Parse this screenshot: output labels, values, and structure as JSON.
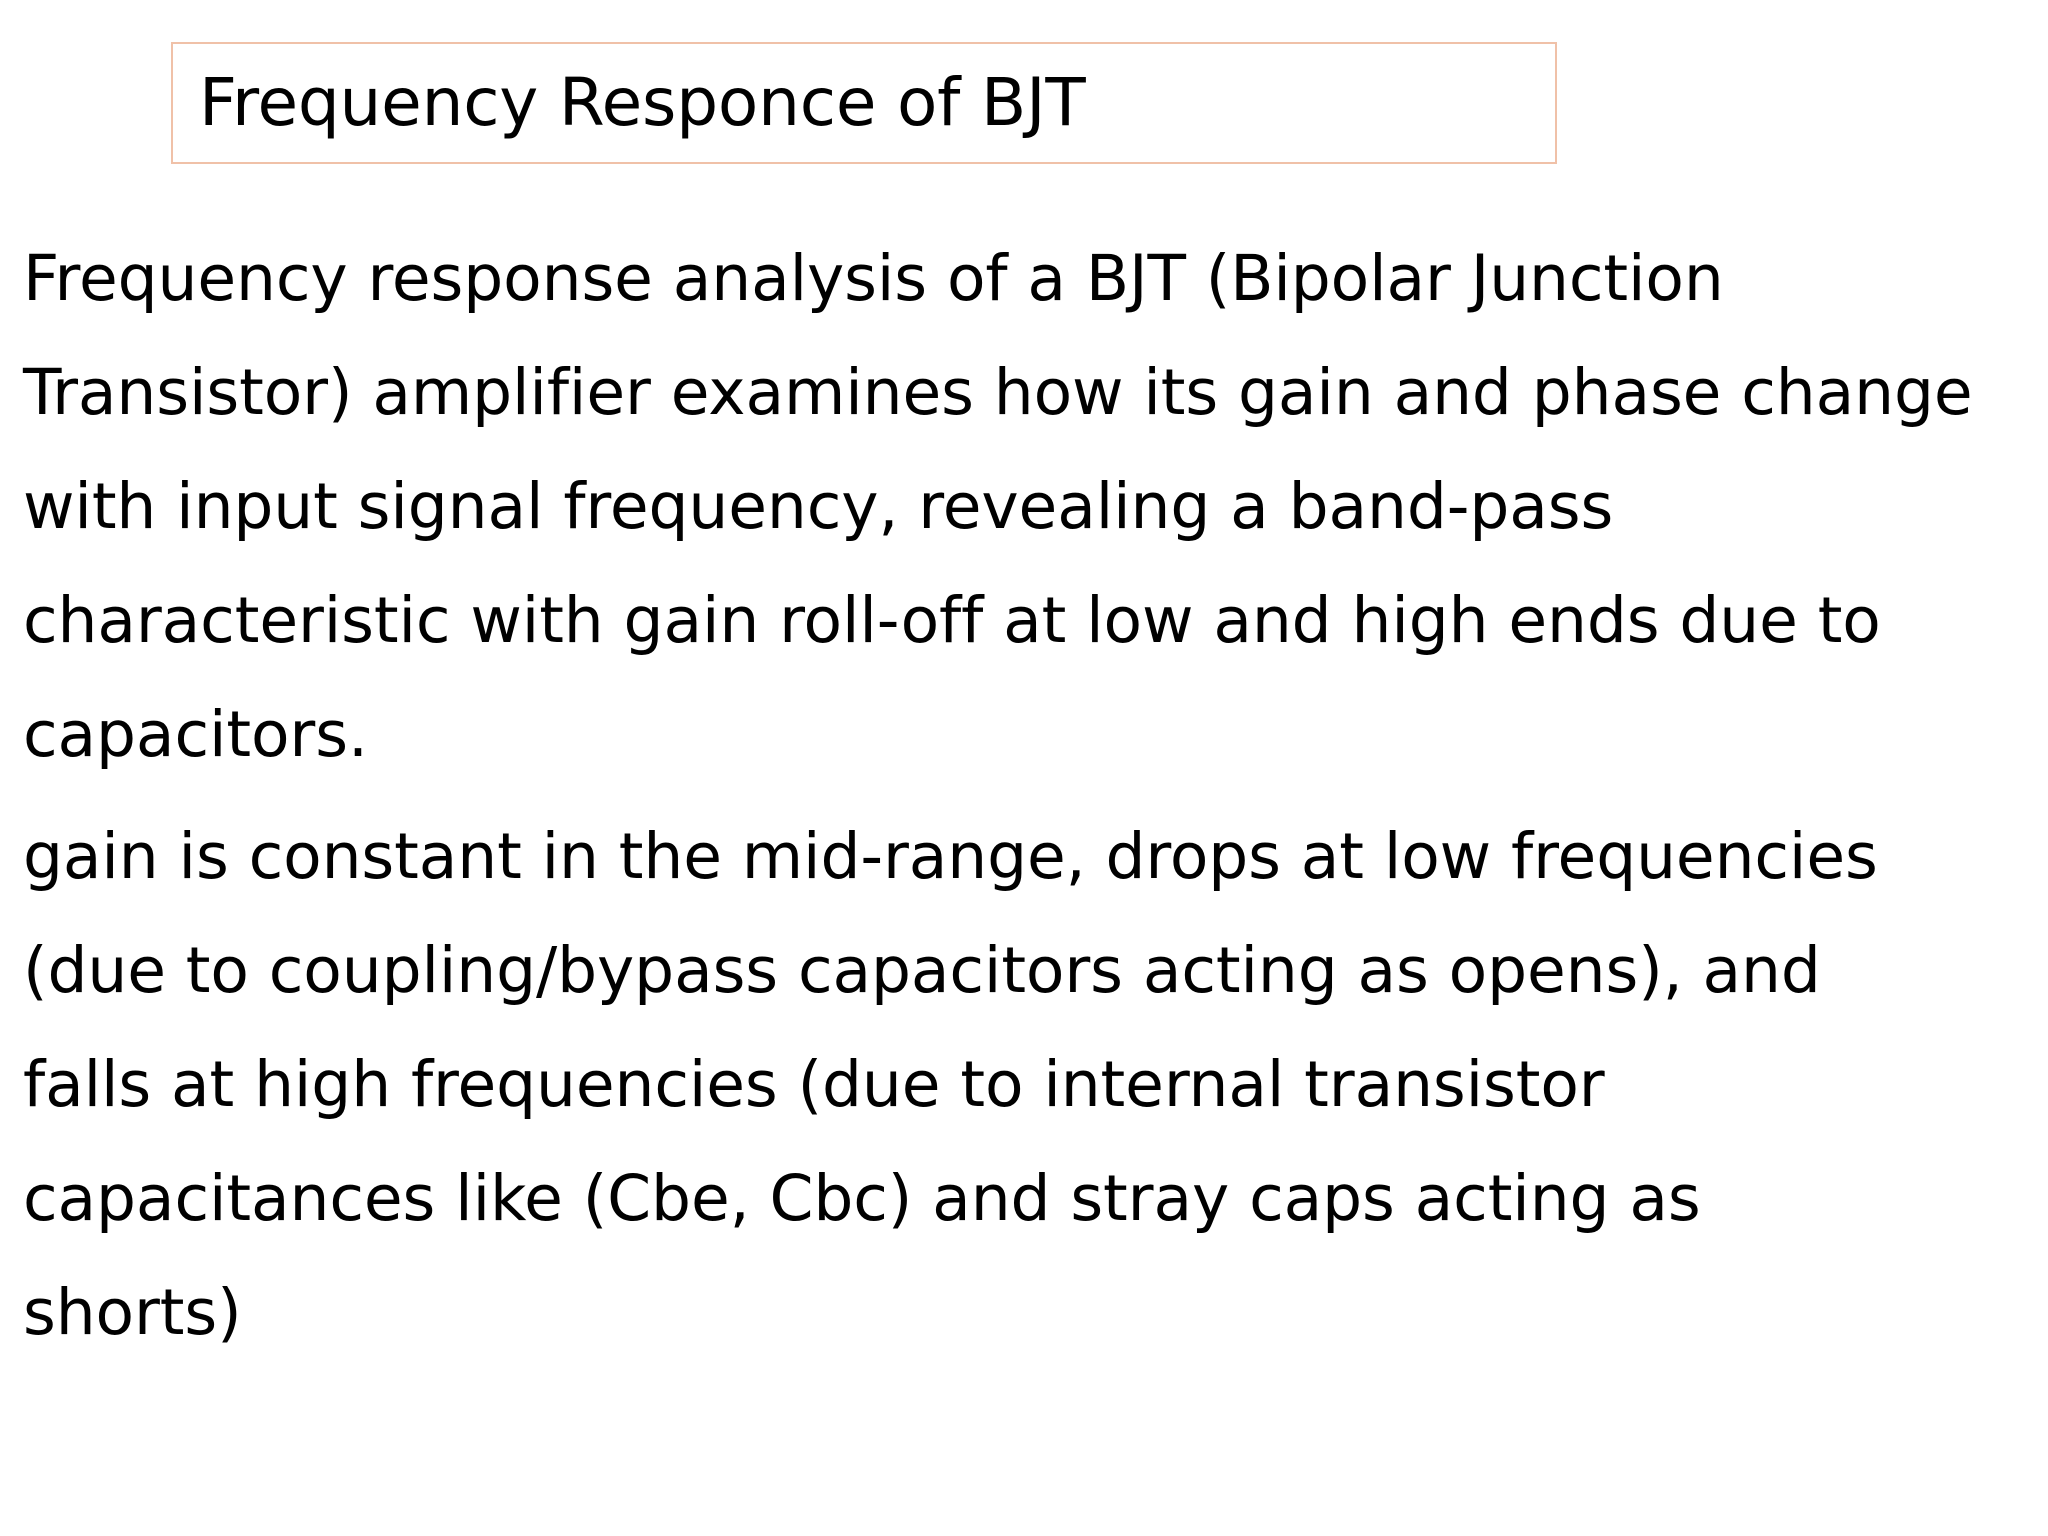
{
  "slide": {
    "background_color": "#ffffff",
    "text_color": "#000000",
    "title": {
      "text": "Frequency Responce of BJT",
      "border_color": "#f0c1a8"
    },
    "body": {
      "paragraphs": [
        {
          "id": "para-1",
          "lines": [
            "Frequency response analysis of a BJT (Bipolar Junction",
            "Transistor) amplifier examines how its gain and phase change",
            "with input signal frequency, revealing a band-pass",
            "characteristic with gain roll-off at low and high ends due to",
            "capacitors."
          ],
          "full_text": "Frequency response analysis of a BJT (Bipolar Junction Transistor) amplifier examines how its gain and phase change with input signal frequency, revealing a band-pass characteristic with gain roll-off at low and high ends due to capacitors."
        },
        {
          "id": "para-2",
          "lines": [
            "gain is constant in the mid-range, drops at low frequencies",
            "(due to coupling/bypass capacitors acting as opens), and",
            "falls at high frequencies (due to internal transistor",
            "capacitances like (Cbe, Cbc) and stray caps acting as",
            "shorts)"
          ],
          "full_text": "gain is constant in the mid-range, drops at low frequencies (due to coupling/bypass capacitors acting as opens), and falls at high frequencies (due to internal transistor capacitances like (Cbe, Cbc) and stray caps acting as shorts)"
        }
      ]
    }
  }
}
